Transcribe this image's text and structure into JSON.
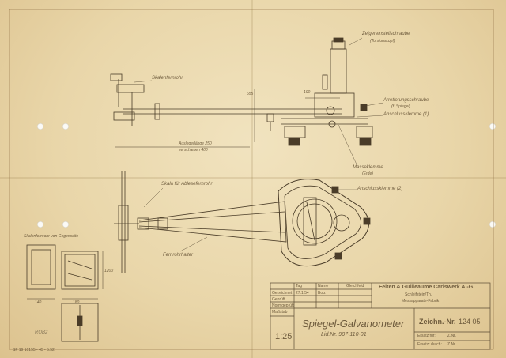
{
  "labels": {
    "zeiger": "Zeigereinstellschraube",
    "zeiger_sub": "(Torsionskopf)",
    "skalen": "Skalenfernrohr",
    "arretierung": "Arretierungsschraube",
    "arretierung_sub": "(f. Spiegel)",
    "anschluss1": "Anschlussklemme (1)",
    "anschluss2": "Anschlussklemme (2)",
    "masse": "Masseklemme",
    "masse_sub": "(Erde)",
    "skala": "Skala für Ablesefernrohr",
    "fernrohrhalter": "Fernrohrhalter",
    "skalenfernrohr_ansicht": "Skalenfernrohr von Gegenseite",
    "dim_190": "190",
    "dim_1200": "1200",
    "dim_655": "655",
    "dim_140": "140",
    "dim_180": "180",
    "stamp": "ROB2",
    "bottom_left": "SF 19 10155 - 45 - 5.52",
    "side_note_1": "Auslegerlänge 250",
    "side_note_2": "verschieben 400"
  },
  "title_block": {
    "header": [
      "",
      "Tag",
      "Name",
      "Gleichfeld"
    ],
    "rows": [
      {
        "label": "Gezeichnet",
        "tag": "27.1.54",
        "name": "Bolz"
      },
      {
        "label": "Geprüft",
        "tag": "",
        "name": ""
      },
      {
        "label": "Normgeprüft",
        "tag": "",
        "name": ""
      }
    ],
    "massstab_label": "Maßstab",
    "scale": "1:25",
    "title": "Spiegel-Galvanometer",
    "list_no": "Lid.Nr. 907-110-01",
    "company": "Felten & Guilleaume Carlswerk A.-G.",
    "location": "Schleifstein/Th.",
    "department": "Messapparate-Fabrik",
    "drawing_no_label": "Zeichn.-Nr.",
    "drawing_no": "124 05",
    "ersatz_fuer": "Ersatz für:",
    "ersatz_fuer_nr": "Z.Nr.",
    "ersetzt_durch": "Ersetzt durch:",
    "ersetzt_durch_nr": "Z.Nr."
  }
}
